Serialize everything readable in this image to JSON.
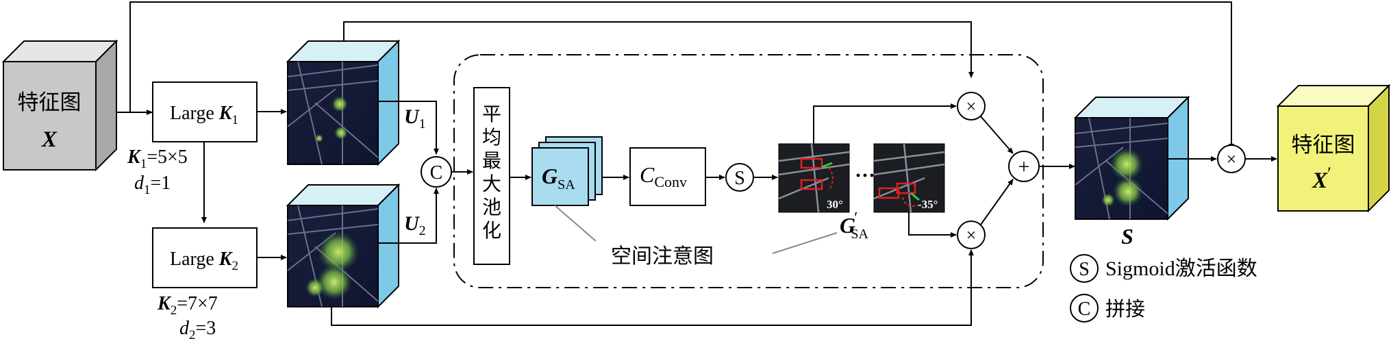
{
  "input": {
    "line1": "特征图",
    "line2": "X"
  },
  "output": {
    "line1": "特征图",
    "line2": "X",
    "prime": "′"
  },
  "large_k1": {
    "label": "Large ",
    "sym": "K",
    "sub": "1"
  },
  "large_k2": {
    "label": "Large ",
    "sym": "K",
    "sub": "2"
  },
  "k1_params": {
    "k": "K",
    "k_sub": "1",
    "k_val": "=5×5",
    "d": "d",
    "d_sub": "1",
    "d_val": "=1"
  },
  "k2_params": {
    "k": "K",
    "k_sub": "2",
    "k_val": "=7×7",
    "d": "d",
    "d_sub": "2",
    "d_val": "=3"
  },
  "u1": {
    "sym": "U",
    "sub": "1"
  },
  "u2": {
    "sym": "U",
    "sub": "2"
  },
  "concat_symbol": "C",
  "sigmoid_symbol": "S",
  "maxpool_chars": [
    "平",
    "均",
    "最",
    "大",
    "池",
    "化"
  ],
  "gsa": {
    "sym": "G",
    "sub": "SA"
  },
  "cconv": {
    "sym": "C",
    "sub": "Conv"
  },
  "attention_label": "空间注意图",
  "angle_1": "30°",
  "angle_2": "-35°",
  "ellipsis": "···",
  "gsa_prime": {
    "sym": "G",
    "prime": "′",
    "sub": "SA"
  },
  "s_label": "S",
  "multiply_symbol": "×",
  "add_symbol": "+",
  "legend": {
    "s_symbol": "S",
    "s_text": "Sigmoid激活函数",
    "c_symbol": "C",
    "c_text": "拼接"
  },
  "colors": {
    "input_face": "#c8c8c8",
    "input_top": "#e6e6e6",
    "input_side": "#a9a9a9",
    "output_face": "#f2f27a",
    "output_top": "#fbfbc4",
    "output_side": "#d4d447",
    "cube_top": "#d6f0f6",
    "cube_side": "#7ec8e8",
    "gsa_fill": "#a9dcef"
  }
}
